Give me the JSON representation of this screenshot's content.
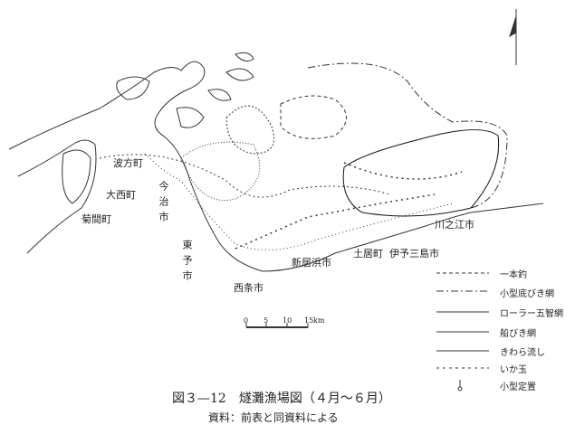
{
  "places": {
    "hakata": "波方町",
    "onishi": "大西町",
    "kikuma": "菊間町",
    "imabari": "今治市",
    "toyo": "東予市",
    "saijo": "西条市",
    "niihama": "新居浜市",
    "doi": "土居町",
    "iyomishima": "伊予三島市",
    "kawanoe": "川之江市"
  },
  "legend": [
    {
      "label": "一本釣",
      "line": "dashed"
    },
    {
      "label": "小型底びき網",
      "line": "dash-dot"
    },
    {
      "label": "ローラー五智網",
      "line": "dotted-circles"
    },
    {
      "label": "船びき網",
      "line": "triangles"
    },
    {
      "label": "きわら流し",
      "line": "solid"
    },
    {
      "label": "いか玉",
      "line": "crosses"
    },
    {
      "label": "小型定置",
      "line": "pin"
    }
  ],
  "scale": {
    "ticks": [
      "0",
      "5",
      "10",
      "15"
    ],
    "unit": "km"
  },
  "caption": {
    "title": "図３—12　燧灘漁場図（４月～６月）",
    "source": "資料：前表と同資料による"
  }
}
